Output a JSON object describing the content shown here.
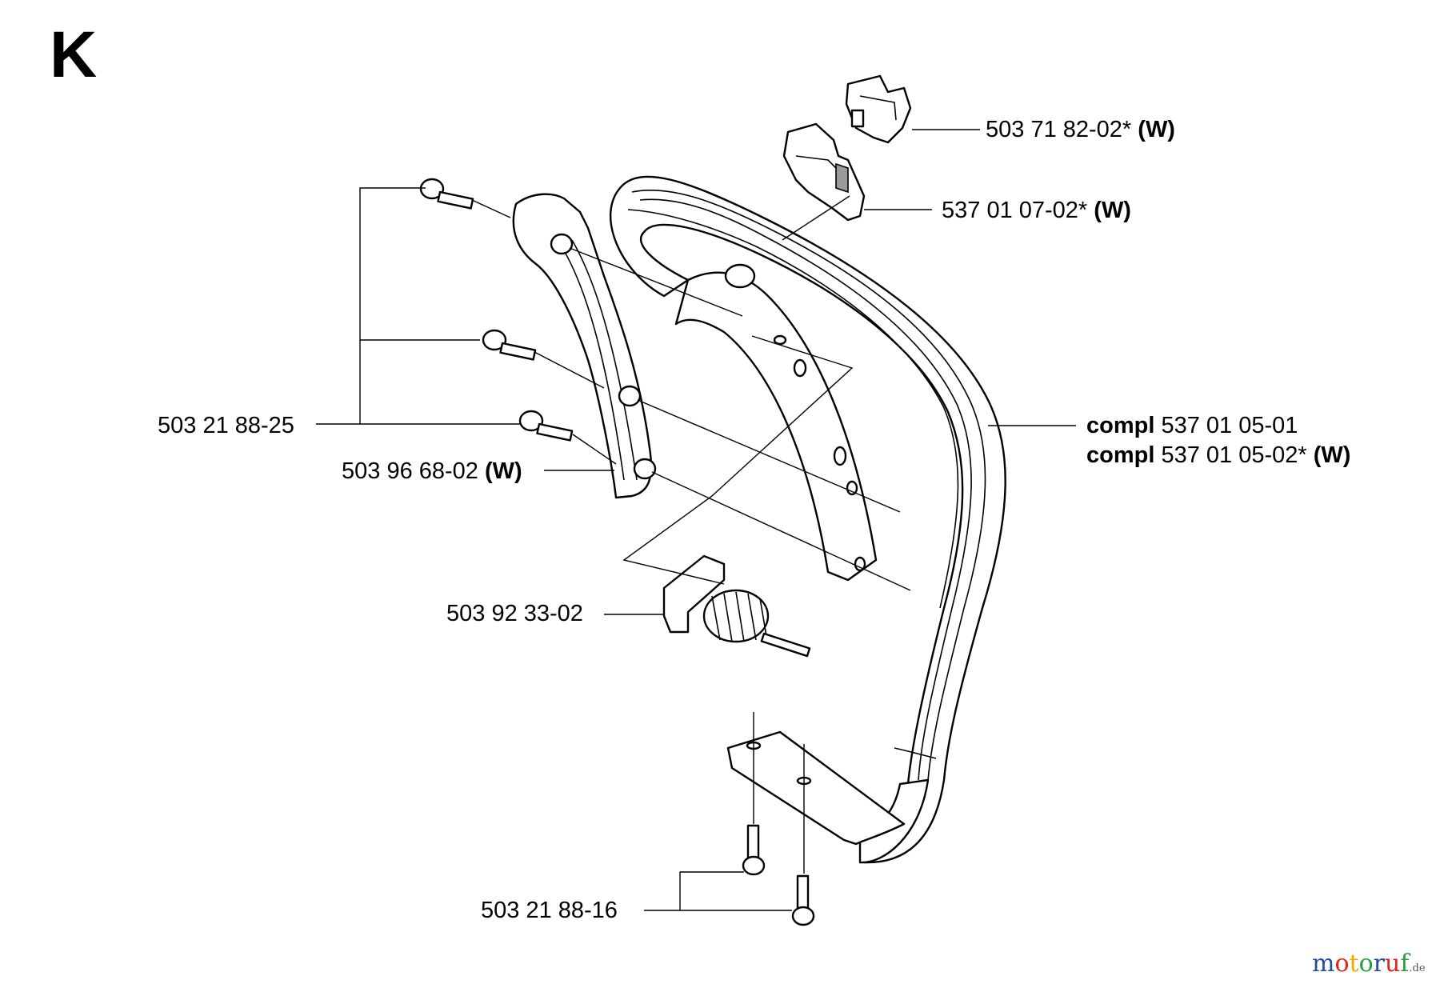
{
  "section": "K",
  "labels": {
    "part_503_71_82": {
      "number": "503 71 82-02*",
      "suffix": "(W)"
    },
    "part_537_01_07": {
      "number": "537 01 07-02*",
      "suffix": "(W)"
    },
    "part_503_21_88_25": {
      "number": "503 21 88-25"
    },
    "part_503_96_68": {
      "number": "503 96 68-02",
      "suffix": "(W)"
    },
    "handle_compl_1": {
      "prefix": "compl",
      "number": "537 01 05-01"
    },
    "handle_compl_2": {
      "prefix": "compl",
      "number": "537 01 05-02*",
      "suffix": "(W)"
    },
    "part_503_92_33": {
      "number": "503 92 33-02"
    },
    "part_503_21_88_16": {
      "number": "503 21 88-16"
    }
  },
  "watermark": {
    "colored": "motoruf",
    "tld": ".de",
    "letter_colors": [
      "#1f4e9c",
      "#e2231a",
      "#f2a900",
      "#2a9d3e",
      "#1f4e9c",
      "#e2231a",
      "#2a9d3e"
    ]
  }
}
